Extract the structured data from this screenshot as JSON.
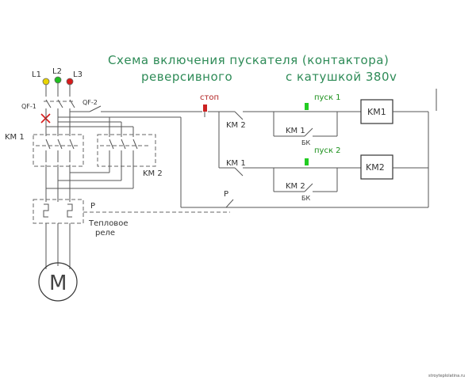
{
  "title": {
    "line1": "Схема включения пускателя (контактора)",
    "line2_left": "реверсивного",
    "line2_right": "с катушкой 380v"
  },
  "phases": [
    {
      "label": "L1",
      "color": "#e8d400"
    },
    {
      "label": "L2",
      "color": "#1fbf1f"
    },
    {
      "label": "L3",
      "color": "#d61a1a"
    }
  ],
  "breakers": {
    "qf1": "QF-1",
    "qf2": "QF-2"
  },
  "power": {
    "km1": "KM 1",
    "km2": "KM 2",
    "p_label": "P",
    "relay_line1": "Тепловое",
    "relay_line2": "реле",
    "motor": "M"
  },
  "control": {
    "stop": "стоп",
    "start1": "пуск 1",
    "start2": "пуск 2",
    "km2_nc": "KM 2",
    "km1_nc": "KM 1",
    "km1_aux": "KM 1",
    "km1_aux_sub": "БК",
    "km2_aux": "KM 2",
    "km2_aux_sub": "БК",
    "coil1": "KM1",
    "coil2": "KM2",
    "p_contact": "P"
  },
  "watermark": "stroyteplolatina.ru"
}
